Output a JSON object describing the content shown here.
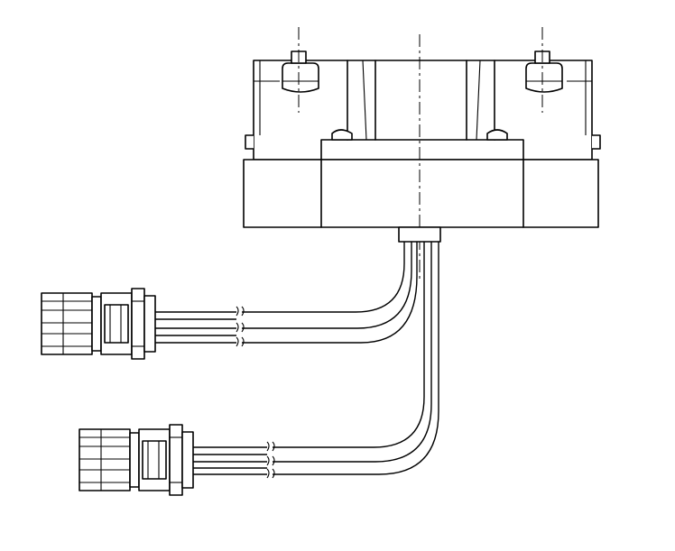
{
  "drawing": {
    "kind": "technical line drawing",
    "colors": {
      "line": "#000000",
      "background": "#ffffff"
    },
    "parts": {
      "housing": {
        "name": "housing",
        "mounting_bolts": 2,
        "guide_pins": 2
      },
      "cable_gland": {
        "name": "cable-gland"
      },
      "cables": [
        {
          "name": "upper-cable",
          "wires": 3
        },
        {
          "name": "lower-cable",
          "wires": 3
        }
      ],
      "connectors": [
        {
          "name": "upper-connector"
        },
        {
          "name": "lower-connector"
        }
      ]
    }
  }
}
